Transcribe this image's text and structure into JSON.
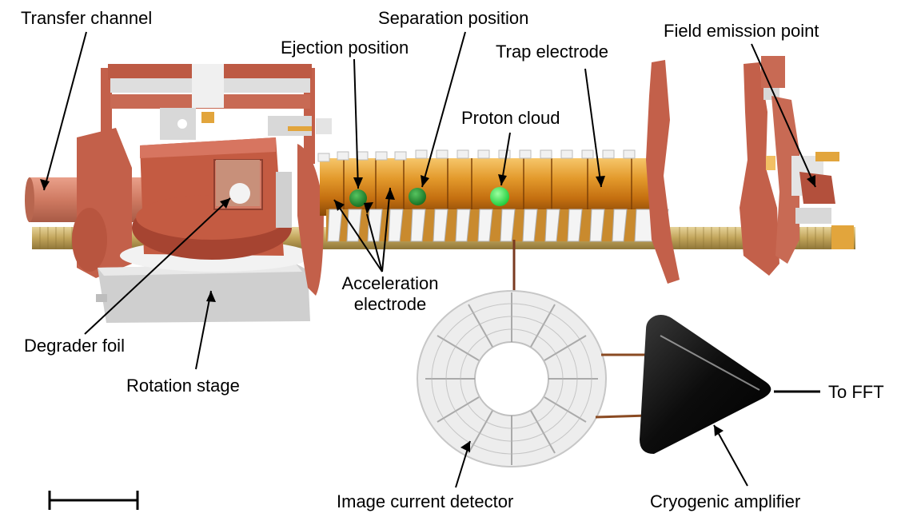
{
  "labels": {
    "transfer_channel": "Transfer channel",
    "separation_position": "Separation position",
    "ejection_position": "Ejection position",
    "trap_electrode": "Trap electrode",
    "field_emission_point": "Field emission point",
    "proton_cloud": "Proton cloud",
    "acceleration_electrode_line1": "Acceleration",
    "acceleration_electrode_line2": "electrode",
    "degrader_foil": "Degrader foil",
    "rotation_stage": "Rotation stage",
    "to_fft": "To FFT",
    "image_current_detector": "Image current detector",
    "cryogenic_amplifier": "Cryogenic amplifier"
  },
  "colors": {
    "copper": "#c8644c",
    "copper_dark": "#9c4636",
    "gold": "#d9952a",
    "gold_light": "#f2c064",
    "brass_rod": "#c9b06a",
    "silver": "#d8d8d8",
    "particle_dark": "#1f8a2c",
    "particle_bright": "#2ee84a",
    "amplifier": "#111111"
  }
}
